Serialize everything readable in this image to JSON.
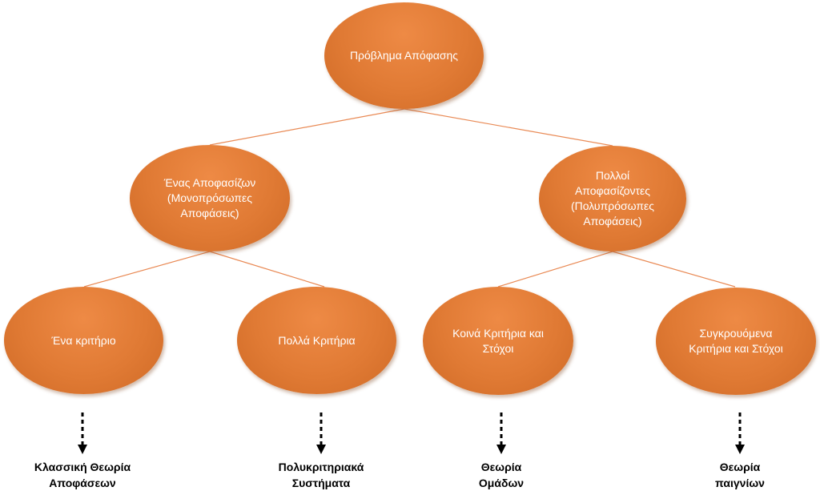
{
  "colors": {
    "node_fill": "#e07a34",
    "connector": "#e98a55",
    "arrow": "#000000",
    "background": "#ffffff"
  },
  "nodes": {
    "root": "Πρόβλημα Απόφασης",
    "single": "Ένας Αποφασίζων\n(Μονοπρόσωπες\nΑποφάσεις)",
    "multi": "Πολλοί\nΑποφασίζοντες\n(Πολυπρόσωπες\nΑποφάσεις)",
    "one_criterion": "Ένα κριτήριο",
    "many_criteria": "Πολλά Κριτήρια",
    "common": "Κοινά Κριτήρια και\nΣτόχοι",
    "conflicting": "Συγκρουόμενα\nΚριτήρια και Στόχοι"
  },
  "outcomes": {
    "classical": "Κλασσική Θεωρία\nΑποφάσεων",
    "multicriteria": "Πολυκριτηριακά\nΣυστήματα",
    "group": "Θεωρία\nΟμάδων",
    "games": "Θεωρία\nπαιγνίων"
  }
}
